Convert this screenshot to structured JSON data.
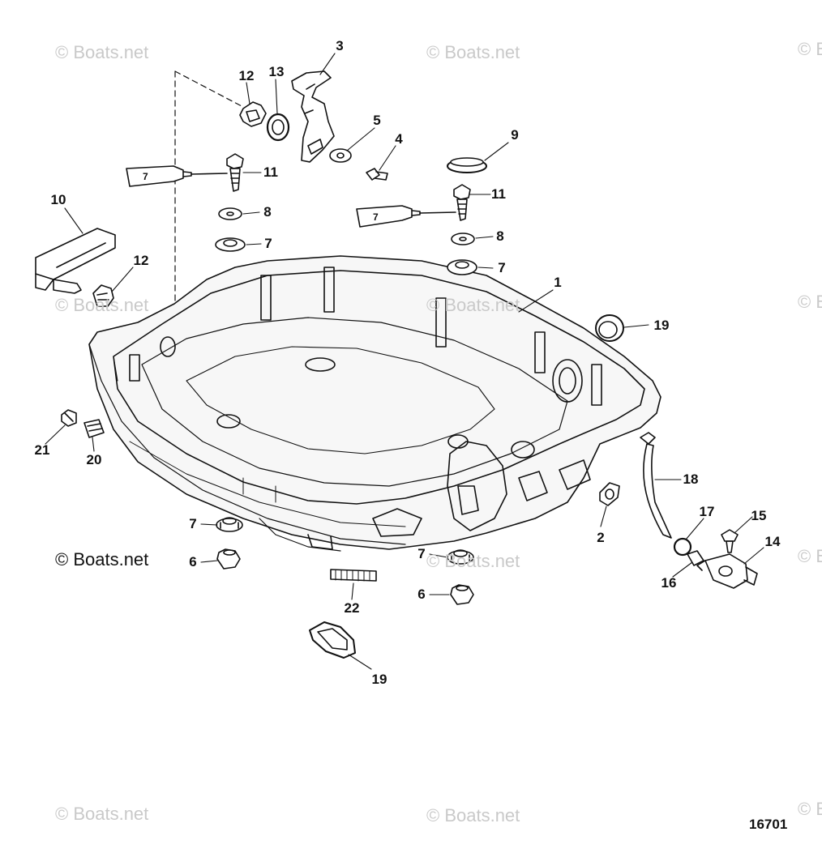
{
  "watermarks": {
    "text": "© Boats.net",
    "partial": "© B"
  },
  "drawing_number": "16701",
  "callouts": {
    "c1": "1",
    "c2": "2",
    "c3": "3",
    "c4": "4",
    "c5": "5",
    "c6a": "6",
    "c6b": "6",
    "c7a": "7",
    "c7b": "7",
    "c7c": "7",
    "c7d": "7",
    "c8a": "8",
    "c8b": "8",
    "c9": "9",
    "c10": "10",
    "c11a": "11",
    "c11b": "11",
    "c12a": "12",
    "c12b": "12",
    "c13": "13",
    "c14": "14",
    "c15": "15",
    "c16": "16",
    "c17": "17",
    "c18": "18",
    "c19a": "19",
    "c19b": "19",
    "c20": "20",
    "c21": "21",
    "c22": "22"
  },
  "tube_labels": {
    "left": "7",
    "right": "7"
  }
}
